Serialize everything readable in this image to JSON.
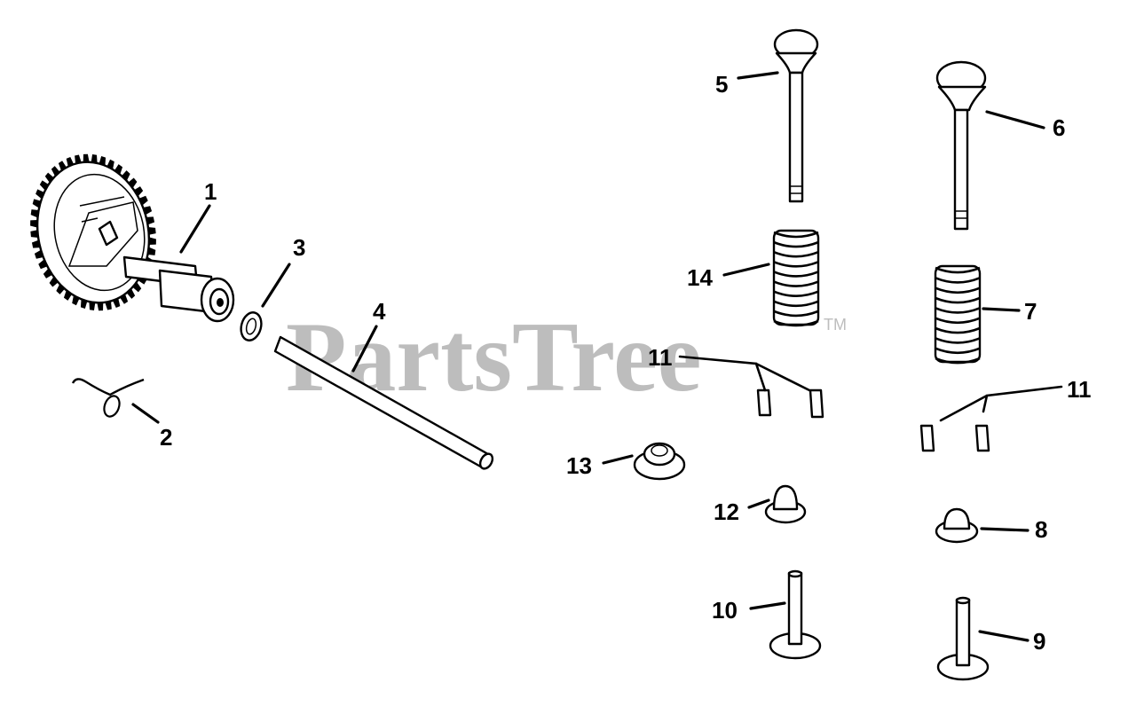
{
  "watermark": {
    "brand": "PartsTree",
    "trademark": "TM"
  },
  "parts": [
    {
      "id": "camshaft-gear",
      "label": "1"
    },
    {
      "id": "wire-spring",
      "label": "2"
    },
    {
      "id": "washer",
      "label": "3"
    },
    {
      "id": "pushrod-shaft",
      "label": "4"
    },
    {
      "id": "intake-valve",
      "label": "5"
    },
    {
      "id": "exhaust-valve",
      "label": "6"
    },
    {
      "id": "exhaust-valve-spring",
      "label": "7"
    },
    {
      "id": "exhaust-spring-cap",
      "label": "8"
    },
    {
      "id": "exhaust-tappet",
      "label": "9"
    },
    {
      "id": "intake-tappet",
      "label": "10"
    },
    {
      "id": "intake-keepers",
      "label": "11"
    },
    {
      "id": "exhaust-keepers",
      "label": "11"
    },
    {
      "id": "intake-spring-cap",
      "label": "12"
    },
    {
      "id": "valve-seat-cap",
      "label": "13"
    },
    {
      "id": "intake-valve-spring",
      "label": "14"
    }
  ]
}
